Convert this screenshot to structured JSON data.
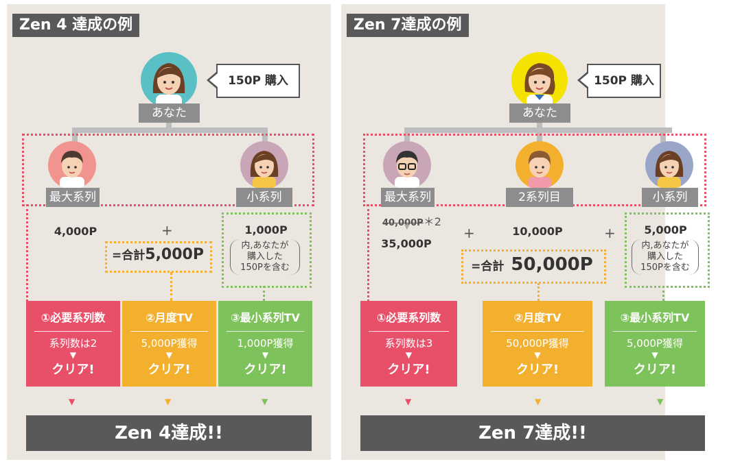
{
  "colors": {
    "pink": "#e8506a",
    "orange": "#f3b02e",
    "green": "#7dc25a",
    "dark": "#595959",
    "gray_tag": "#8d8d8d"
  },
  "left": {
    "title": "Zen 4 達成の例",
    "you_label": "あなた",
    "bubble": "150P 購入",
    "members": [
      {
        "label": "最大系列",
        "icon": "man-avatar-icon"
      },
      {
        "label": "小系列",
        "icon": "woman-avatar-icon"
      }
    ],
    "values": {
      "a": "4,000P",
      "b": "1,000P"
    },
    "plus": "+",
    "paren_lines": [
      "内,あなたが",
      "購入した",
      "150Pを含む"
    ],
    "total_prefix": "=合計",
    "total_value": "5,000P",
    "cards": [
      {
        "head": "①必要系列数",
        "desc": "系列数は2",
        "arrow": "▼",
        "clear": "クリア!"
      },
      {
        "head": "②月度TV",
        "desc": "5,000P獲得",
        "arrow": "▼",
        "clear": "クリア!"
      },
      {
        "head": "③最小系列TV",
        "desc": "1,000P獲得",
        "arrow": "▼",
        "clear": "クリア!"
      }
    ],
    "down_arrow": "▼",
    "result": "Zen 4達成!!"
  },
  "right": {
    "title": "Zen 7達成の例",
    "you_label": "あなた",
    "bubble": "150P 購入",
    "members": [
      {
        "label": "最大系列",
        "icon": "man-glasses-avatar-icon"
      },
      {
        "label": "2系列目",
        "icon": "child-avatar-icon"
      },
      {
        "label": "小系列",
        "icon": "woman-avatar-icon"
      }
    ],
    "values": {
      "old": "40,000P",
      "note": "＊2",
      "small_arrow": "▼",
      "a": "35,000P",
      "b": "10,000P",
      "c": "5,000P"
    },
    "plus": "+",
    "paren_lines": [
      "内,あなたが",
      "購入した",
      "150Pを含む"
    ],
    "total_prefix": "=合計",
    "total_value": "50,000P",
    "cards": [
      {
        "head": "①必要系列数",
        "desc": "系列数は3",
        "arrow": "▼",
        "clear": "クリア!"
      },
      {
        "head": "②月度TV",
        "desc": "50,000P獲得",
        "arrow": "▼",
        "clear": "クリア!"
      },
      {
        "head": "③最小系列TV",
        "desc": "5,000P獲得",
        "arrow": "▼",
        "clear": "クリア!"
      }
    ],
    "down_arrow": "▼",
    "result": "Zen 7達成!!"
  }
}
